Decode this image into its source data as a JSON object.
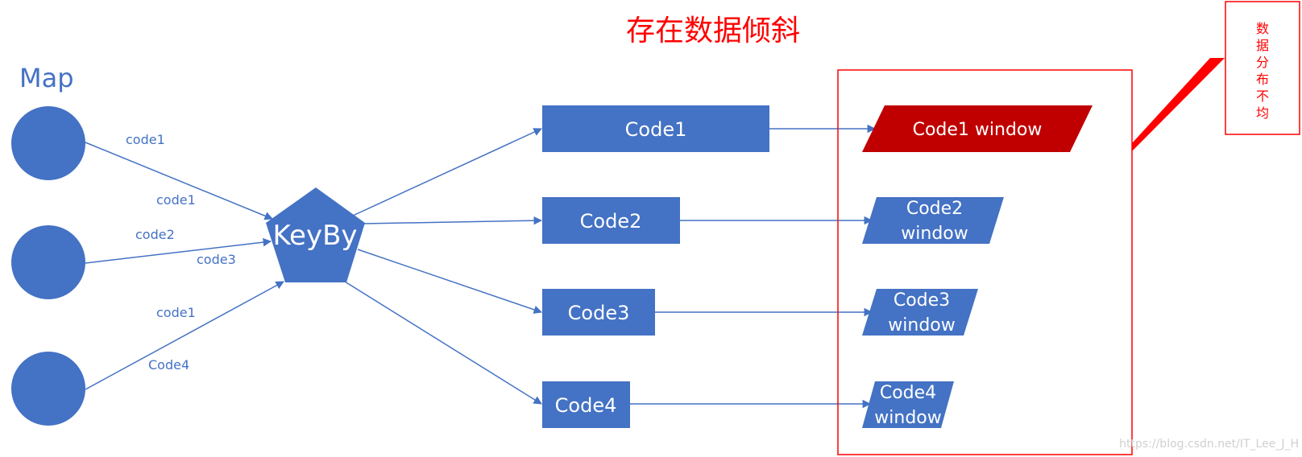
{
  "title": "存在数据倾斜",
  "map_label": "Map",
  "keyby_label": "KeyBy",
  "edge_labels": {
    "m1_code1": "code1",
    "m2_code1": "code1",
    "m2_code2": "code2",
    "m2_code3": "code3",
    "m3_code1": "code1",
    "m3_code4": "Code4"
  },
  "keys": [
    "Code1",
    "Code2",
    "Code3",
    "Code4"
  ],
  "windows": [
    [
      "Code1 window"
    ],
    [
      "Code2",
      "window"
    ],
    [
      "Code3",
      "window"
    ],
    [
      "Code4",
      "window"
    ]
  ],
  "callout_chars": [
    "数",
    "据",
    "分",
    "布",
    "不",
    "均"
  ],
  "watermark": "https://blog.csdn.net/IT_Lee_J_H",
  "colors": {
    "blue": "#4472c4",
    "hot_window": "#c00000",
    "highlight": "#ff0000"
  }
}
